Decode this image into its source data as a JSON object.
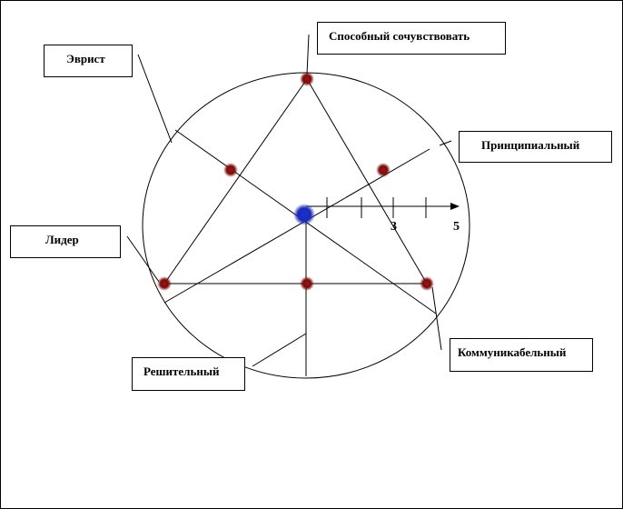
{
  "labels": {
    "empathic": "Способный сочувствовать",
    "heurist": "Эврист",
    "principled": "Принципиальный",
    "leader": "Лидер",
    "communicative": "Коммуникабельный",
    "decisive": "Решительный"
  },
  "scale": {
    "tick_3": "3",
    "tick_5": "5"
  },
  "colors": {
    "line": "#000000",
    "trait_dot": "#8b0f0f",
    "center_dot": "#1a2bb8",
    "background": "#ffffff"
  }
}
